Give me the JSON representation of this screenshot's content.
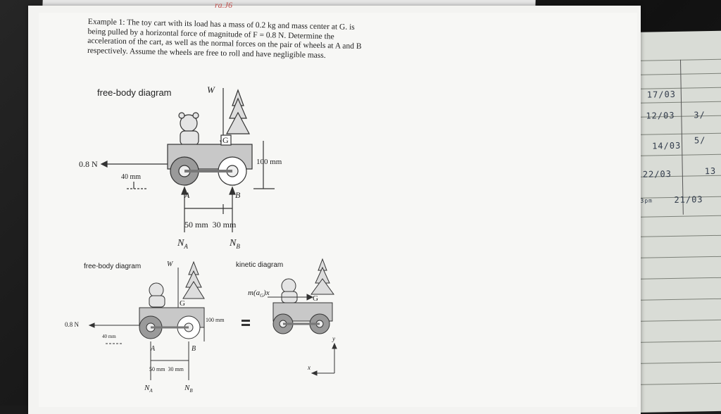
{
  "header_scribble": "ra.J6",
  "problem": {
    "line1": "Example 1: The toy cart with its load has a mass of 0.2 kg and mass center at G. is",
    "line2": "being pulled by a horizontal force of magnitude of F = 0.8 N. Determine the",
    "line3": "acceleration of the cart, as well as the normal forces on the pair of wheels at A and B",
    "line4": "respectively. Assume the wheels are free to roll and have negligible mass."
  },
  "fbd_top": {
    "title": "free-body diagram",
    "weight": "W",
    "center": "G",
    "force": "0.8 N",
    "height_40": "40 mm",
    "height_100": "100 mm",
    "label_a": "A",
    "label_b": "B",
    "dims": "50 mm  30 mm",
    "na": "N",
    "na_sub": "A",
    "nb": "N",
    "nb_sub": "B"
  },
  "fbd_bottom": {
    "title": "free-body diagram",
    "weight": "W",
    "center": "G",
    "force": "0.8 N",
    "height_40": "40 mm",
    "height_100": "100 mm",
    "label_a": "A",
    "label_b": "B",
    "dims": "50 mm  30 mm",
    "na": "N",
    "na_sub": "A",
    "nb": "N",
    "nb_sub": "B"
  },
  "kinetic": {
    "title": "kinetic diagram",
    "inertia": "m(a",
    "inertia_sub": "G",
    "inertia_end": ")x",
    "center": "G",
    "equals": "=",
    "axis_x": "x",
    "axis_y": "y"
  },
  "notebook": {
    "entries": [
      "17/03",
      "12/03",
      "14/03",
      "22/03",
      "21/03"
    ],
    "side": [
      "3/",
      "5/",
      "13"
    ],
    "tag": "3pm"
  }
}
